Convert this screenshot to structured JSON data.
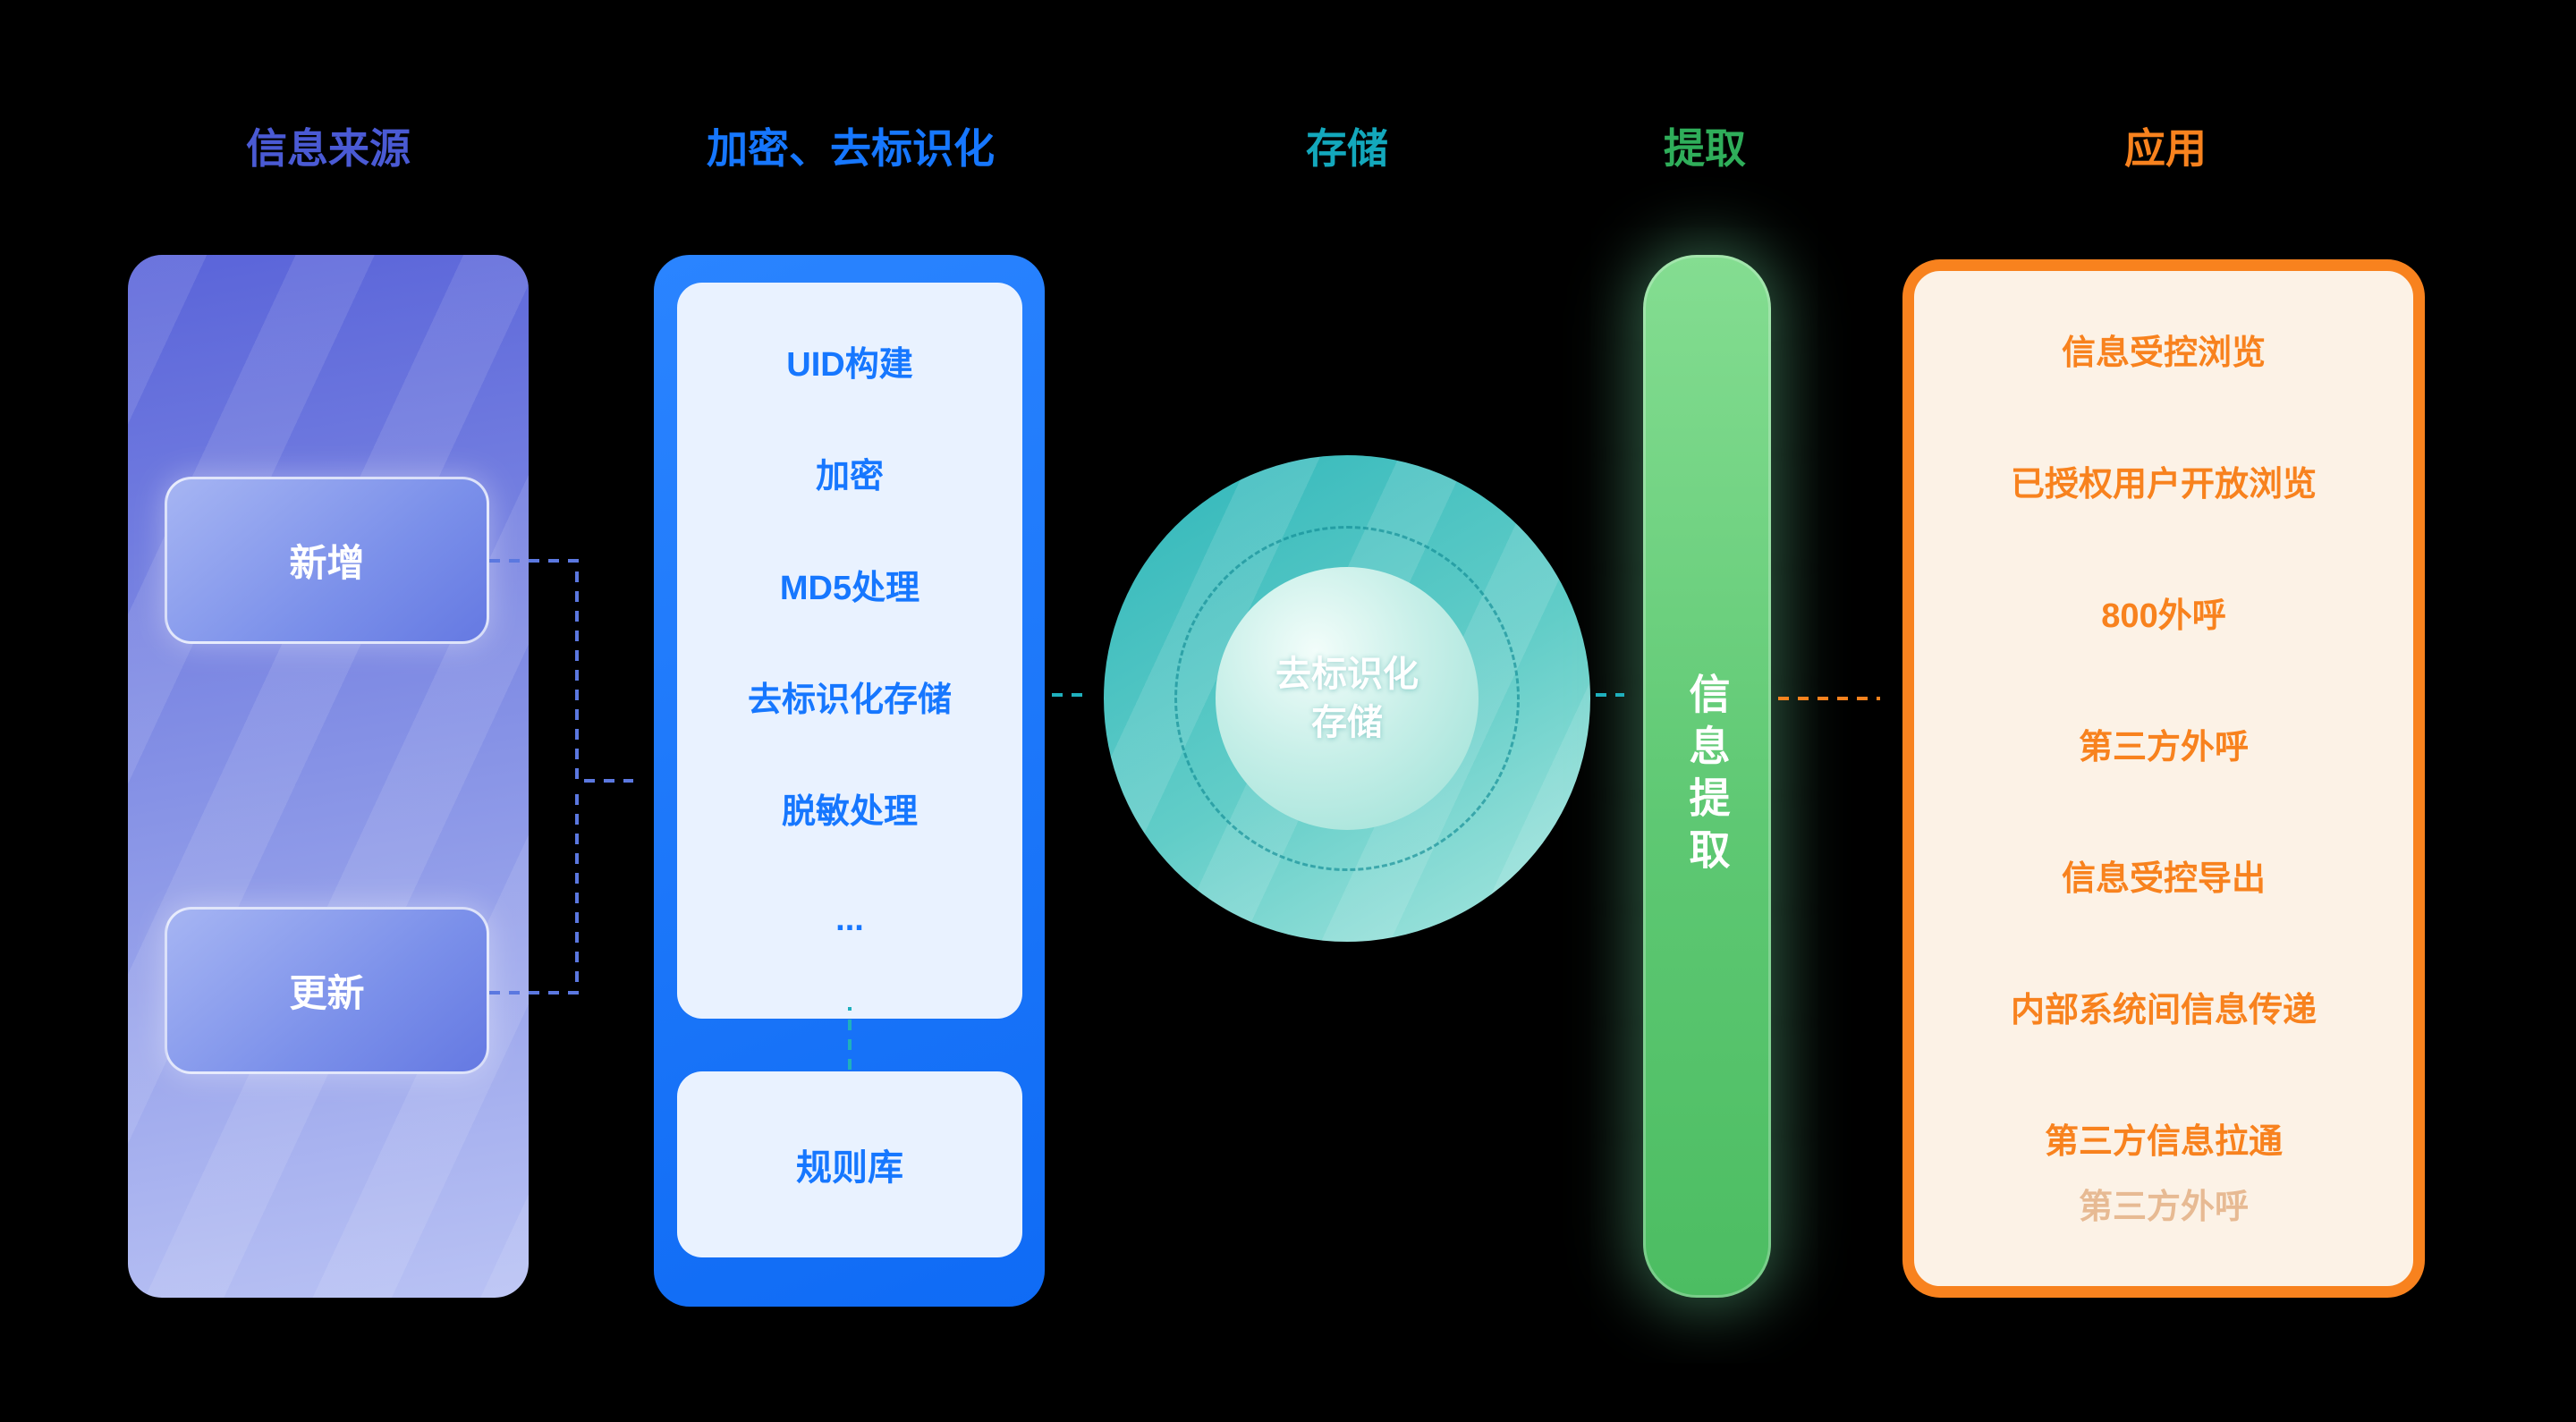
{
  "headers": {
    "source": {
      "label": "信息来源",
      "color": "#4a5ad4"
    },
    "encrypt": {
      "label": "加密、去标识化",
      "color": "#1677ff"
    },
    "storage": {
      "label": "存储",
      "color": "#13a8bc"
    },
    "extract": {
      "label": "提取",
      "color": "#2fae5a"
    },
    "app": {
      "label": "应用",
      "color": "#f8821e"
    }
  },
  "source_panel": {
    "new_label": "新增",
    "update_label": "更新"
  },
  "encrypt_panel": {
    "steps": [
      "UID构建",
      "加密",
      "MD5处理",
      "去标识化存储",
      "脱敏处理",
      "..."
    ],
    "rule_library_label": "规则库"
  },
  "storage_circle": {
    "line1": "去标识化",
    "line2": "存储"
  },
  "extract_bar": {
    "label": "信息提取"
  },
  "app_panel": {
    "items": [
      "信息受控浏览",
      "已授权用户开放浏览",
      "800外呼",
      "第三方外呼",
      "信息受控导出",
      "内部系统间信息传递",
      "第三方信息拉通"
    ],
    "faded_item": "第三方外呼"
  },
  "arrow_colors": {
    "source_to_encrypt": "#5b78e0",
    "encrypt_to_storage": "#1fb0bd",
    "storage_to_extract": "#1fb0bd",
    "extract_to_app": "#f8821e",
    "rules_to_steps": "#1fb0bd"
  }
}
